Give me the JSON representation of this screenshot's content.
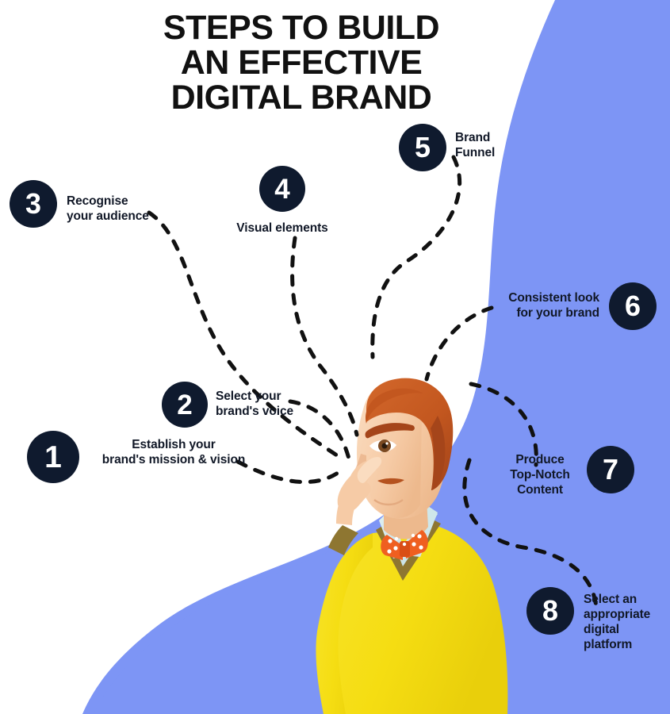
{
  "title": {
    "line1": "STEPS TO BUILD",
    "line2": "AN EFFECTIVE",
    "line3": "DIGITAL BRAND"
  },
  "colors": {
    "background": "#ffffff",
    "blue_shape": "#7d95f5",
    "badge_navy": "#0f1a2e",
    "badge_text": "#ffffff",
    "label_text": "#111827",
    "title_text": "#111111",
    "dash_line": "#111111",
    "sweater_yellow": "#f5dd12",
    "sweater_trim": "#8e7631",
    "shirt_blue": "#cfe7ea",
    "bowtie_orange": "#ef5f20",
    "hair_auburn": "#c3571f",
    "skin": "#f6cba6"
  },
  "steps": [
    {
      "number": "1",
      "label": "Establish your\nbrand's mission & vision"
    },
    {
      "number": "2",
      "label": "Select your\nbrand's voice"
    },
    {
      "number": "3",
      "label": "Recognise\nyour audience"
    },
    {
      "number": "4",
      "label": "Visual elements"
    },
    {
      "number": "5",
      "label": "Brand\nFunnel"
    },
    {
      "number": "6",
      "label": "Consistent look\nfor your brand"
    },
    {
      "number": "7",
      "label": "Produce\nTop-Notch\nContent"
    },
    {
      "number": "8",
      "label": "Select an\nappropriate\ndigital\nplatform"
    }
  ],
  "illustration": {
    "subject": "thinking-man-character",
    "description": "man with hand on chin wearing yellow v-neck sweater and orange polka dot bow tie"
  }
}
